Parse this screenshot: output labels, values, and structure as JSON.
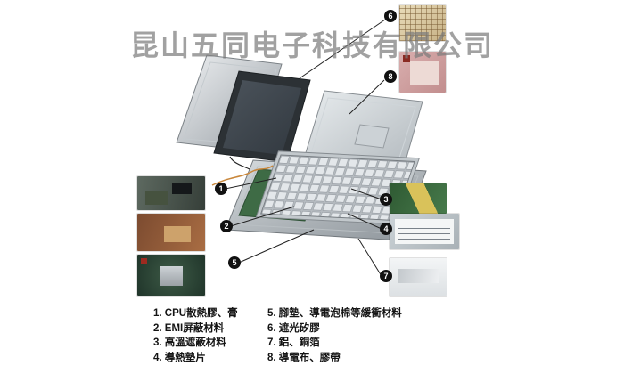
{
  "watermark": "昆山五同电子科技有限公司",
  "callouts": [
    "1",
    "2",
    "3",
    "4",
    "5",
    "6",
    "7",
    "8"
  ],
  "legend": {
    "items": [
      "1. CPU散熱膠、膏",
      "2. EMI屏蔽材料",
      "3. 高溫遮蔽材料",
      "4. 導熱墊片",
      "5. 腳墊、導電泡棉等緩衝材料",
      "6. 遮光矽膠",
      "7. 鋁、銅箔",
      "8. 導電布、膠帶"
    ]
  },
  "colors": {
    "watermark_gray": "#7d7d7d",
    "callout_black": "#111111",
    "pcb_green": "#3e6b45"
  }
}
